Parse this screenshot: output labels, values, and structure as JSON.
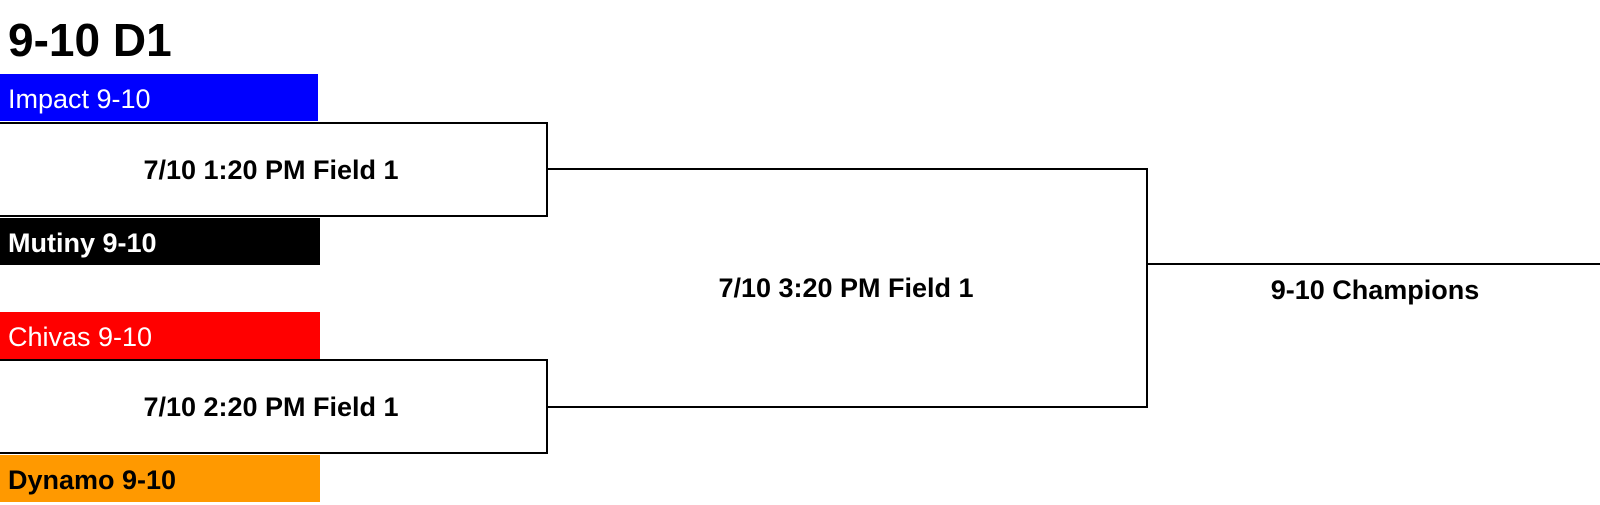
{
  "bracket": {
    "title": "9-10 D1",
    "teams": [
      {
        "name": "Impact 9-10",
        "bg": "#0000ff",
        "fg": "#ffffff"
      },
      {
        "name": "Mutiny 9-10",
        "bg": "#000000",
        "fg": "#ffffff"
      },
      {
        "name": "Chivas 9-10",
        "bg": "#ff0000",
        "fg": "#ffffff"
      },
      {
        "name": "Dynamo 9-10",
        "bg": "#ff9900",
        "fg": "#000000"
      }
    ],
    "matches": [
      {
        "label": "7/10 1:20 PM Field 1"
      },
      {
        "label": "7/10 2:20 PM Field 1"
      }
    ],
    "final": {
      "label": "7/10 3:20 PM Field 1"
    },
    "champion": {
      "label": "9-10 Champions"
    }
  }
}
